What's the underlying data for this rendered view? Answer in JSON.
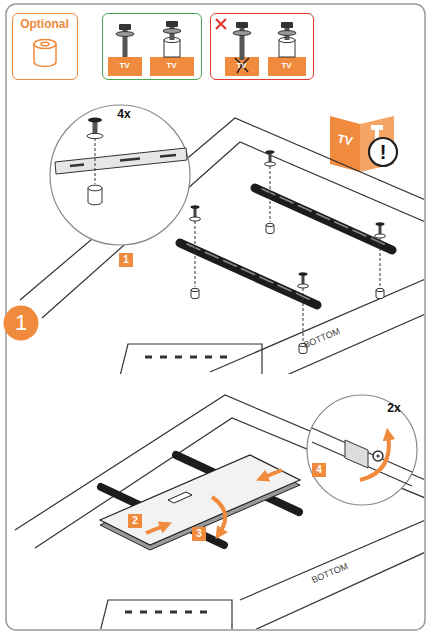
{
  "diagram": {
    "nodes": [
      {
        "text": [
          "Optional"
        ]
      },
      {
        "text": [
          "TV",
          "TV"
        ]
      },
      {
        "text": [
          "TV",
          "TV"
        ]
      },
      {
        "text": [
          "1"
        ]
      },
      {
        "text": [
          "1"
        ]
      },
      {
        "text": [
          "2"
        ]
      },
      {
        "text": [
          "3"
        ]
      },
      {
        "text": [
          "4"
        ]
      }
    ],
    "labels": [
      "TV",
      "!",
      "4x",
      "BOTTOM",
      "BOTTOM",
      "2x"
    ]
  }
}
